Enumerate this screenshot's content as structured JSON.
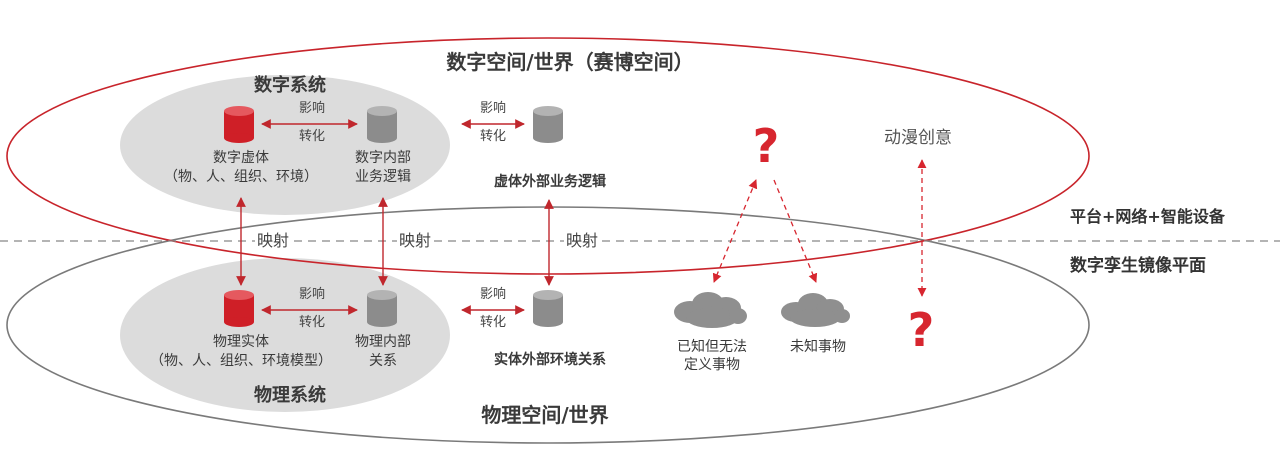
{
  "digital_world_title": "数字空间/世界（赛博空间）",
  "physical_world_title": "物理空间/世界",
  "digital_system": {
    "title": "数字系统",
    "virtual_body": "数字虚体",
    "virtual_body_detail": "（物、人、组织、环境）",
    "internal_logic_1": "数字内部",
    "internal_logic_2": "业务逻辑",
    "influence": "影响",
    "transform": "转化"
  },
  "physical_system": {
    "title": "物理系统",
    "entity": "物理实体",
    "entity_detail": "（物、人、组织、环境模型）",
    "internal_rel_1": "物理内部",
    "internal_rel_2": "关系",
    "influence": "影响",
    "transform": "转化"
  },
  "external_digital": {
    "influence": "影响",
    "transform": "转化",
    "label": "虚体外部业务逻辑"
  },
  "external_physical": {
    "influence": "影响",
    "transform": "转化",
    "label": "实体外部环境关系"
  },
  "mapping": [
    "映射",
    "映射",
    "映射"
  ],
  "unknowns": {
    "question": "?",
    "known_undefined_1": "已知但无法",
    "known_undefined_2": "定义事物",
    "unknown": "未知事物",
    "anime_creativity": "动漫创意"
  },
  "side_labels": {
    "platform": "平台+网络+智能设备",
    "twin_plane": "数字孪生镜像平面"
  },
  "colors": {
    "red": "#d7262f",
    "gray_db": "#8c8c8c",
    "system_fill": "#dadada",
    "cloud": "#8f8f8f"
  }
}
